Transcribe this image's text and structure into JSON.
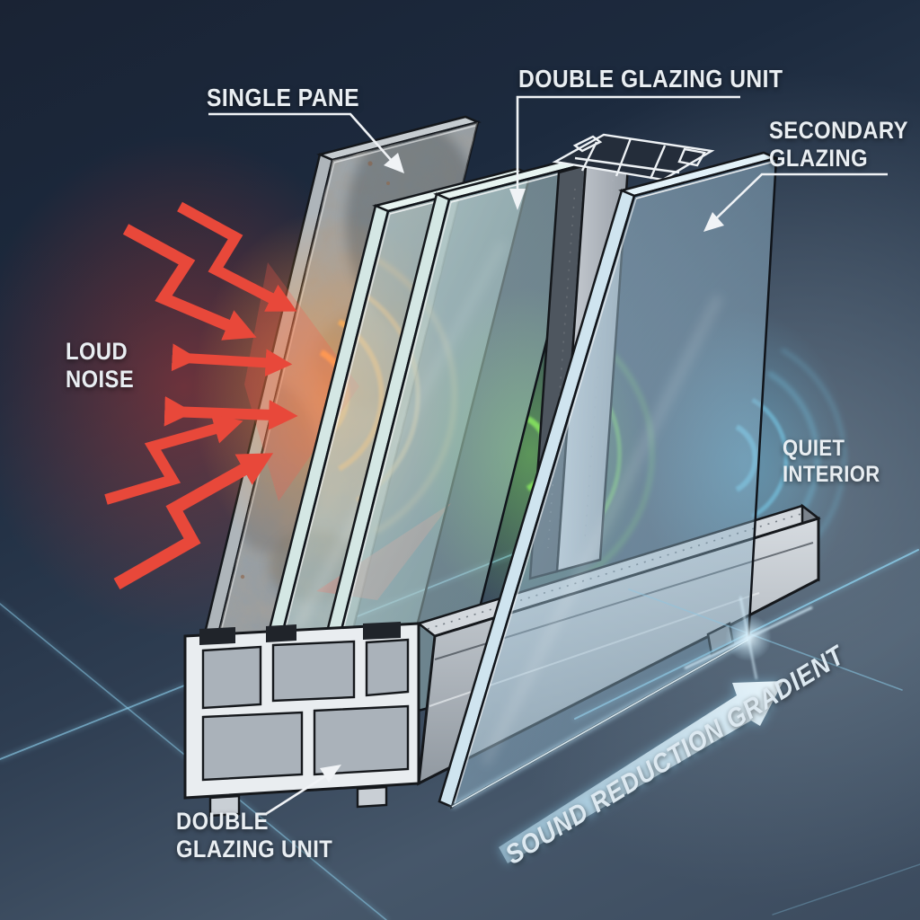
{
  "labels": {
    "single_pane": "SINGLE PANE",
    "double_glazing_top": "DOUBLE GLAZING UNIT",
    "secondary_glazing_line1": "SECONDARY",
    "secondary_glazing_line2": "GLAZING",
    "loud_noise_line1": "LOUD",
    "loud_noise_line2": "NOISE",
    "quiet_interior_line1": "QUIET",
    "quiet_interior_line2": "INTERIOR",
    "double_glazing_bottom_line1": "DOUBLE",
    "double_glazing_bottom_line2": "GLAZING UNIT",
    "sound_gradient": "SOUND REDUCTION GRADIENT"
  },
  "colors": {
    "label_text": "#e9eef2",
    "noise_red": "#e8483a",
    "wave_orange": "#ffaf57",
    "wave_green": "#85e35e",
    "wave_cyan": "#79d2f2",
    "grid_cyan": "#8fd4f2",
    "background_top": "#1c2a3e",
    "background_bottom": "#4c5d70",
    "frame_light": "#e9edf0",
    "glass_blue": "#a8d0e6"
  }
}
